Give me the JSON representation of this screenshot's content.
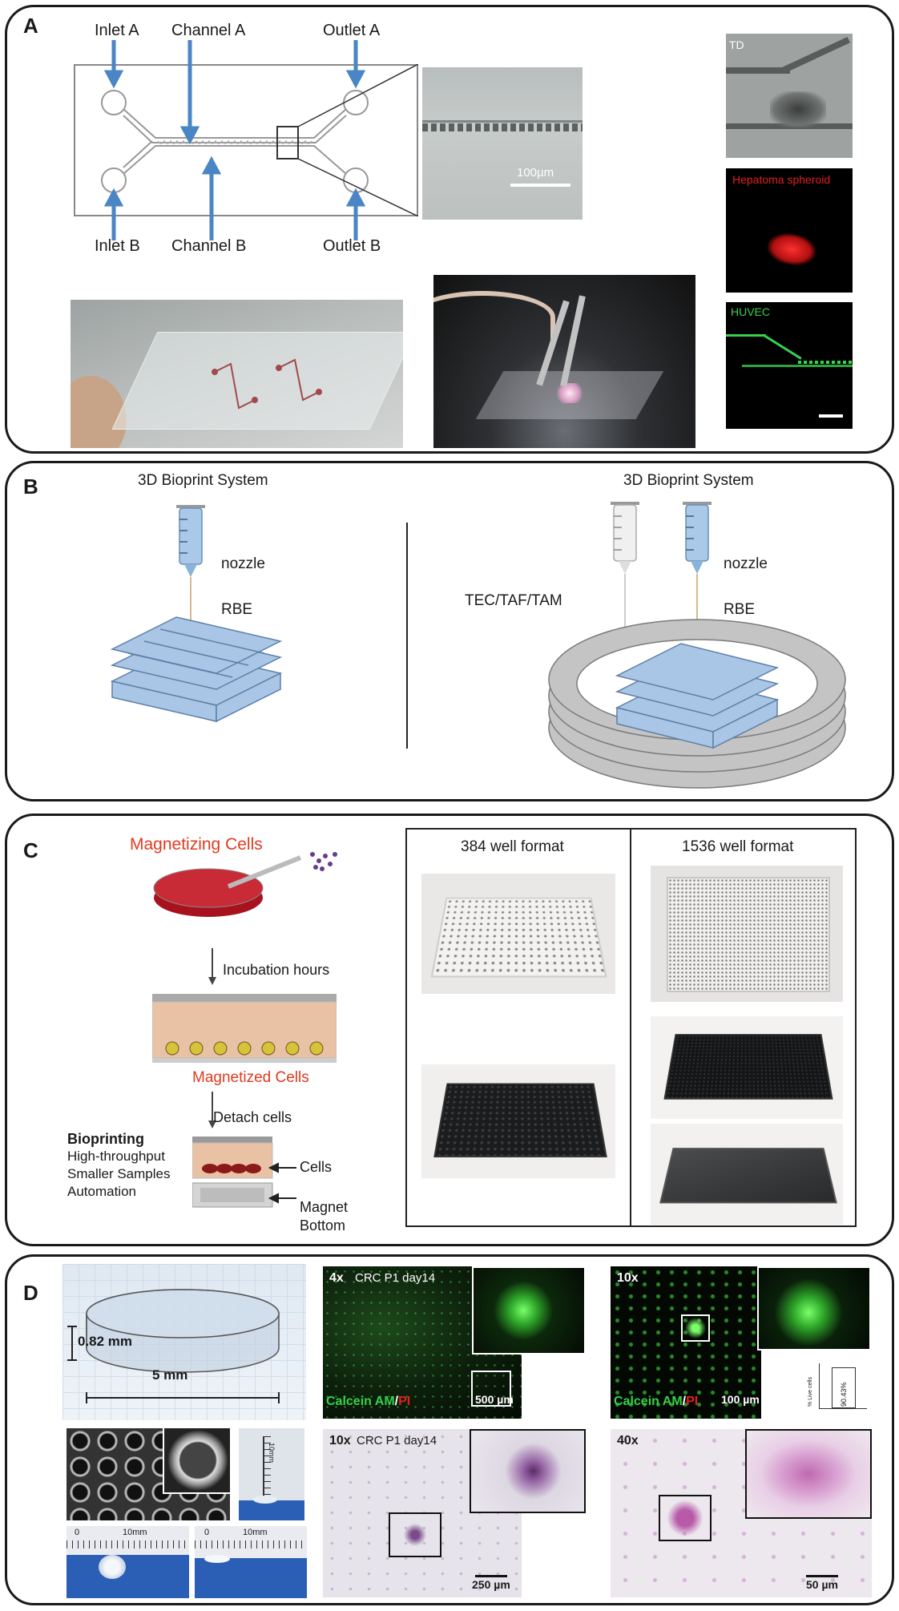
{
  "panels": {
    "a": {
      "label": "A",
      "inlet_a": "Inlet A",
      "channel_a": "Channel A",
      "outlet_a": "Outlet A",
      "inlet_b": "Inlet B",
      "channel_b": "Channel B",
      "outlet_b": "Outlet B",
      "scale_100um": "100µm",
      "td": "TD",
      "hepatoma": "Hepatoma spheroid",
      "huvec": "HUVEC"
    },
    "b": {
      "label": "B",
      "title_left": "3D Bioprint System",
      "title_right": "3D Bioprint System",
      "nozzle_left": "nozzle",
      "rbe_left": "RBE",
      "nozzle_right": "nozzle",
      "rbe_right": "RBE",
      "tec": "TEC/TAF/TAM"
    },
    "c": {
      "label": "C",
      "magnetizing": "Magnetizing Cells",
      "incubation": "Incubation hours",
      "magnetized": "Magnetized Cells",
      "detach": "Detach cells",
      "bioprinting": "Bioprinting",
      "line1": "High-throughput",
      "line2": "Smaller Samples",
      "line3": "Automation",
      "cells": "Cells",
      "magnet": "Magnet",
      "bottom": "Bottom",
      "format_384": "384 well format",
      "format_1536": "1536 well format"
    },
    "d": {
      "label": "D",
      "height": "0.82 mm",
      "width": "5 mm",
      "mag_4x": "4x",
      "crc1": "CRC P1 day14",
      "calcein": "Calcein AM",
      "slash": "/",
      "pi": "PI",
      "scale_500": "500 µm",
      "mag_10x_a": "10x",
      "calcein2": "Calcein AM",
      "slash2": "/",
      "pi2": "PI",
      "scale_100": "100 µm",
      "live_axis": "% Live cells",
      "live_value": "90.43%",
      "mag_10x_b": "10x",
      "crc2": "CRC P1 day14",
      "scale_250": "250 µm",
      "mag_40x": "40x",
      "scale_50": "50 µm",
      "ruler_10mm_a": "10mm",
      "ruler_10mm_b": "10mm",
      "ruler_10mm_c": "10mm",
      "ruler_0_a": "0",
      "ruler_0_b": "0"
    }
  },
  "colors": {
    "arrow_blue": "#4a86c5",
    "red_label": "#e03a1e",
    "green": "#35d24a",
    "red_fluor": "#e02020",
    "print_blue": "#a9c6e6",
    "scaffold_gray": "#bdbdbd"
  }
}
